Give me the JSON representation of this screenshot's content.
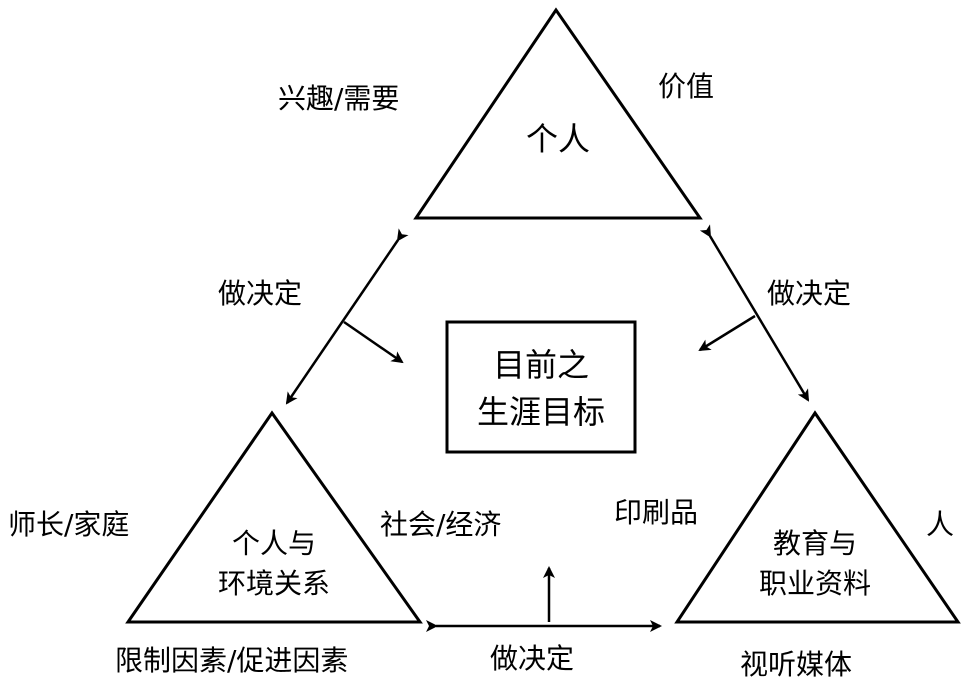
{
  "top_triangle": {
    "label": "个人",
    "left_note": "兴趣/需要",
    "right_note": "价值"
  },
  "left_triangle": {
    "label_line1": "个人与",
    "label_line2": "环境关系",
    "left_note": "师长/家庭",
    "right_note": "社会/经济",
    "bottom_note": "限制因素/促进因素"
  },
  "right_triangle": {
    "label_line1": "教育与",
    "label_line2": "职业资料",
    "left_note": "印刷品",
    "right_note": "人",
    "bottom_note": "视听媒体"
  },
  "center_box": {
    "line1": "目前之",
    "line2": "生涯目标"
  },
  "decisions": {
    "left": "做决定",
    "right": "做决定",
    "bottom": "做决定"
  },
  "colors": {
    "stroke": "#000000",
    "background": "#ffffff"
  }
}
